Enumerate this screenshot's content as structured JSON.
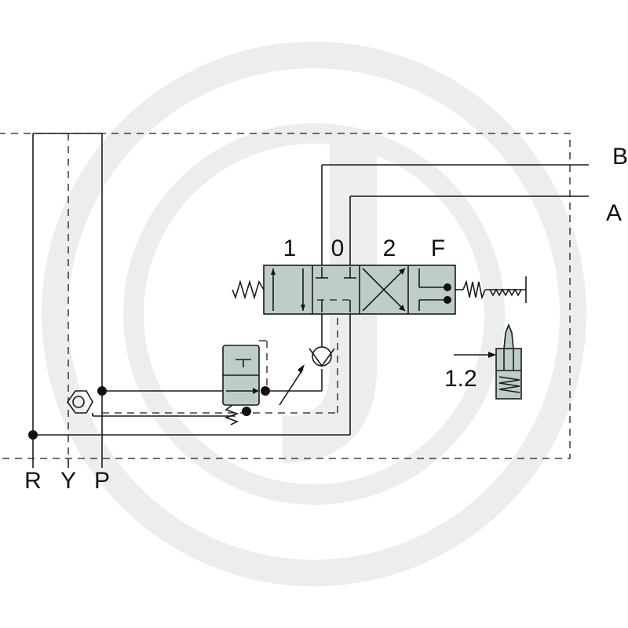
{
  "labels": {
    "port_r": "R",
    "port_y": "Y",
    "port_p": "P",
    "port_a": "A",
    "port_b": "B",
    "pos_1": "1",
    "pos_0": "0",
    "pos_2": "2",
    "pos_f": "F",
    "detail_12": "1.2"
  },
  "colors": {
    "valve_fill": "#bfcdc9",
    "line": "#1a1a1a",
    "watermark": "#eceeee",
    "background": "#ffffff"
  }
}
